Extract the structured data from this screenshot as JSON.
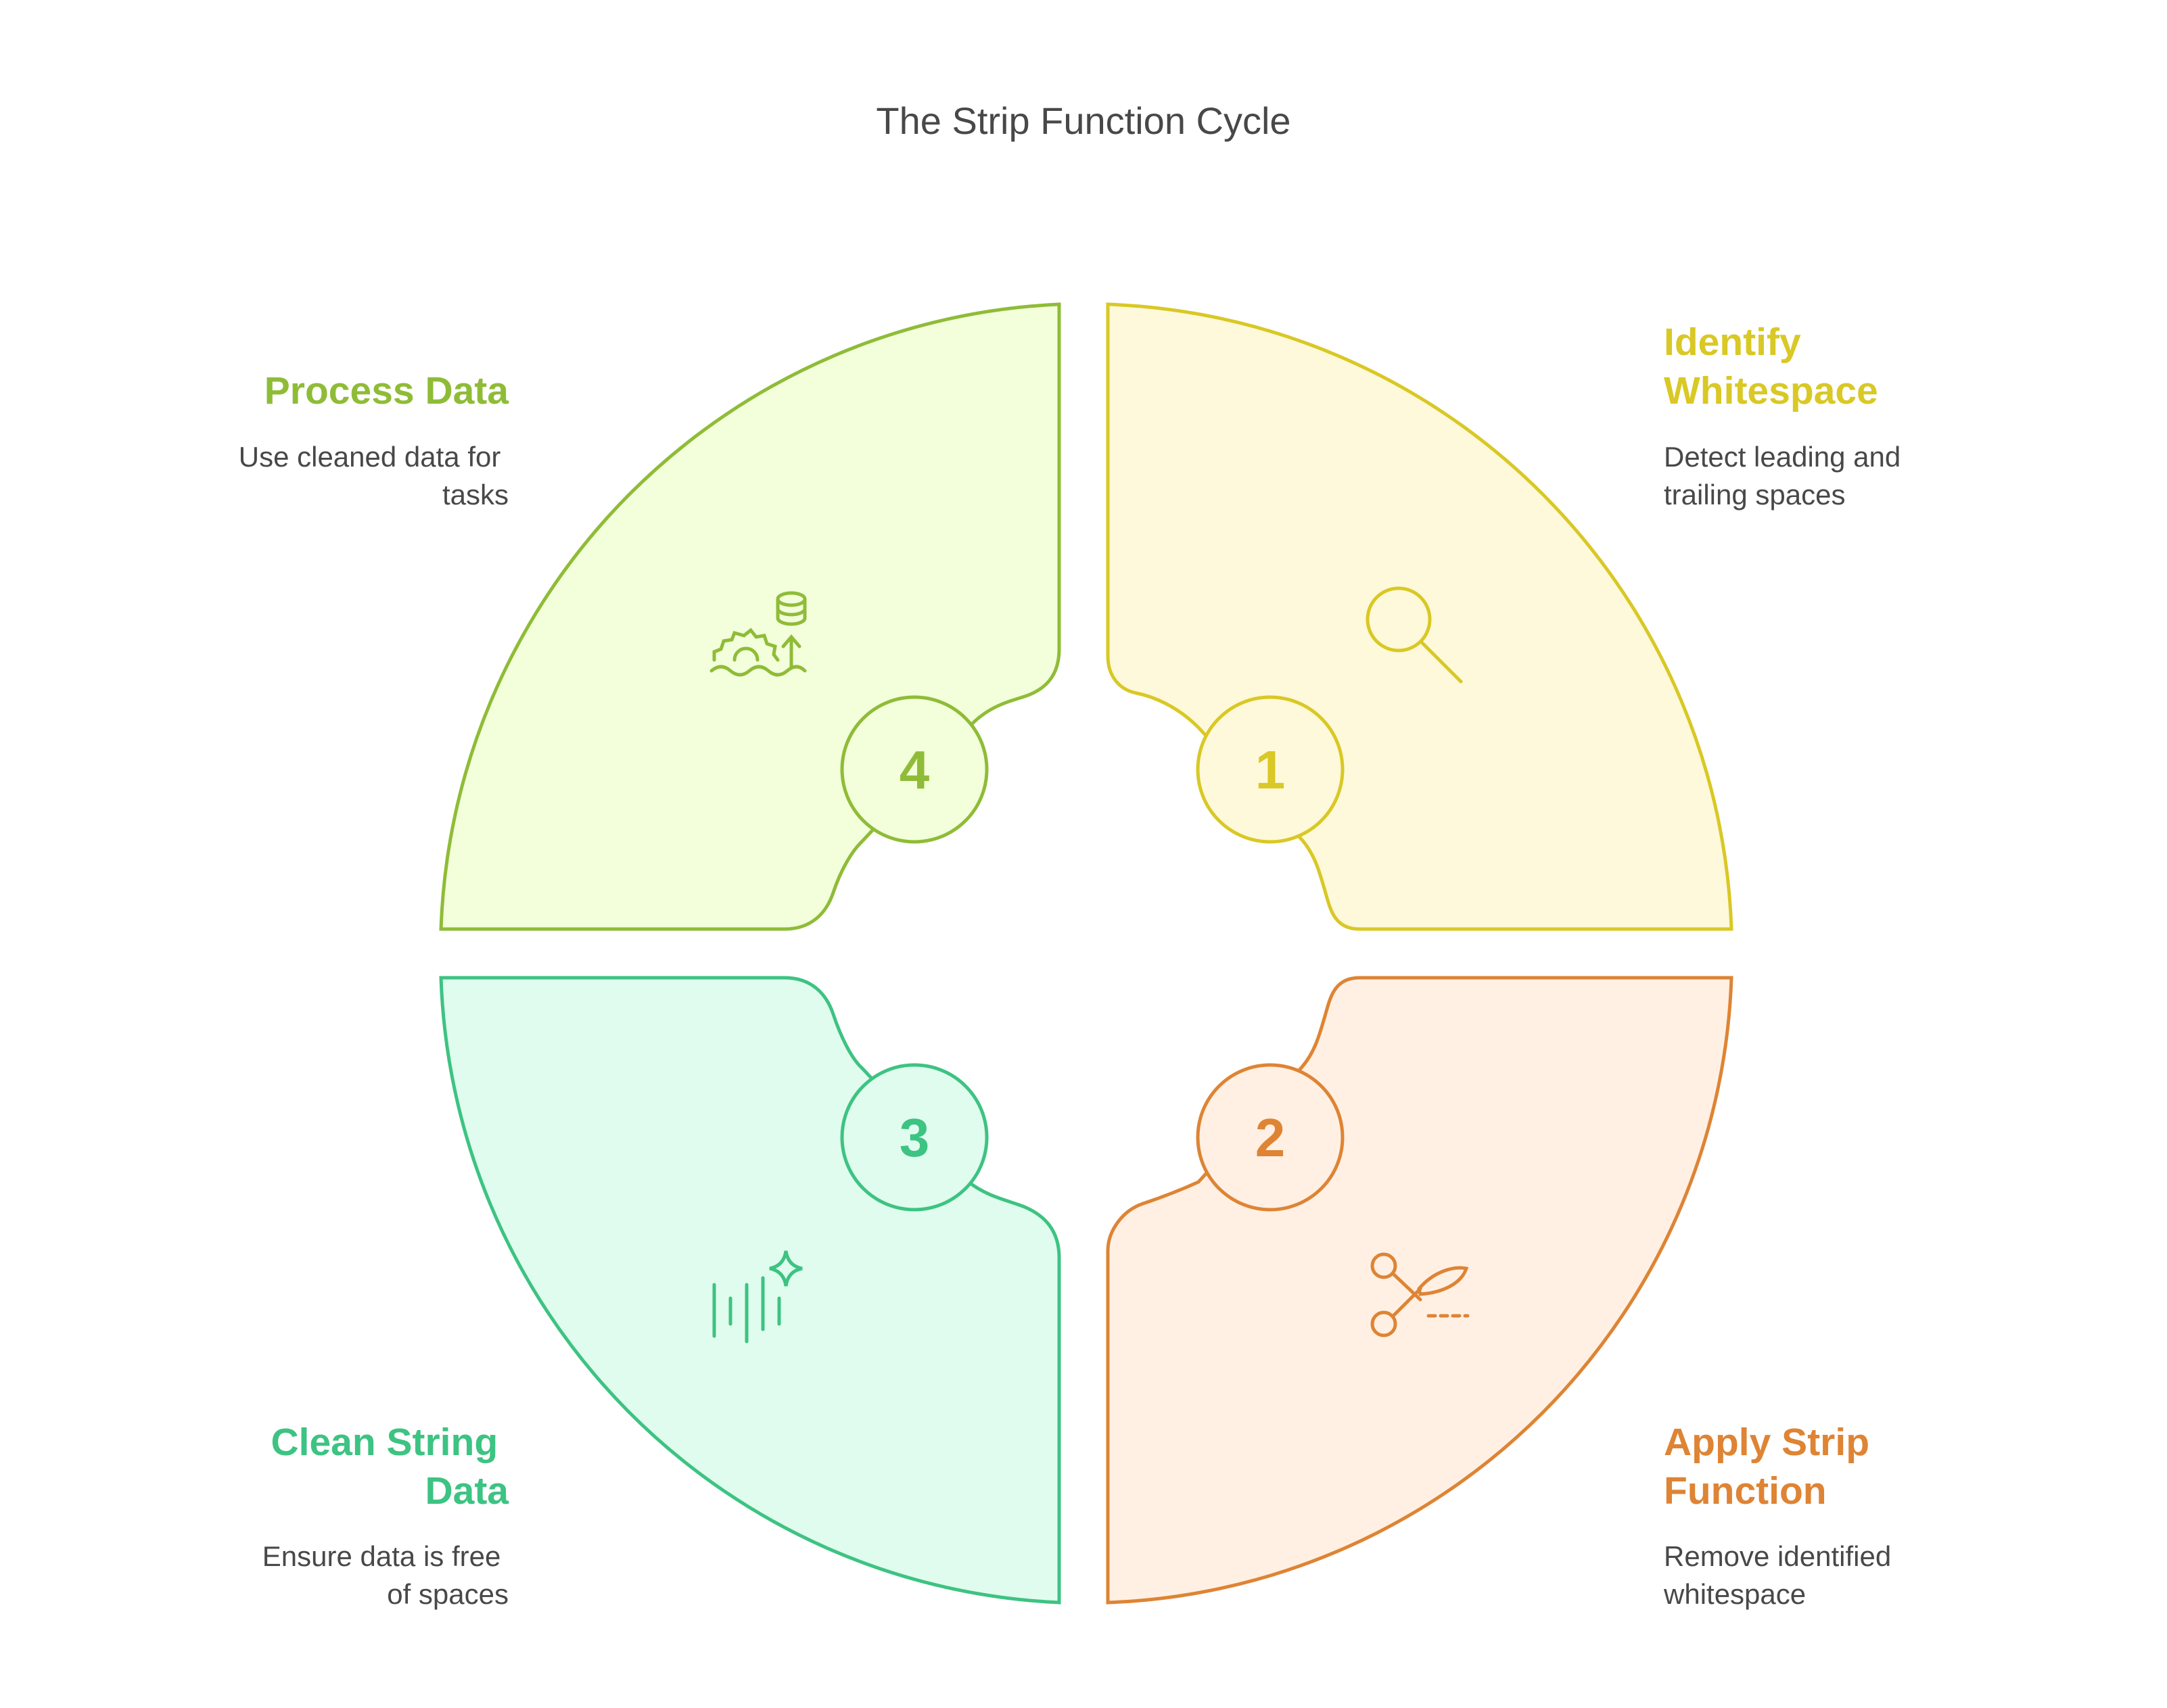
{
  "title": "The Strip Function Cycle",
  "steps": [
    {
      "number": "1",
      "heading": [
        "Identify",
        "Whitespace"
      ],
      "description": [
        "Detect leading and",
        "trailing spaces"
      ],
      "icon": "magnifier-icon",
      "stroke": "#D9C825",
      "fill": "#FEF9DA",
      "text_color": "#D9C825"
    },
    {
      "number": "2",
      "heading": [
        "Apply Strip",
        "Function"
      ],
      "description": [
        "Remove identified",
        "whitespace"
      ],
      "icon": "scissors-icon",
      "stroke": "#DE8434",
      "fill": "#FFF0E3",
      "text_color": "#DE8434"
    },
    {
      "number": "3",
      "heading": [
        "Clean String",
        "Data"
      ],
      "description": [
        "Ensure data is free",
        "of spaces"
      ],
      "icon": "sparkle-lines-icon",
      "stroke": "#3DC382",
      "fill": "#E0FCEE",
      "text_color": "#3DC382"
    },
    {
      "number": "4",
      "heading": [
        "Process Data"
      ],
      "description": [
        "Use cleaned data for",
        "tasks"
      ],
      "icon": "gear-database-icon",
      "stroke": "#8FBC37",
      "fill": "#F3FEDB",
      "text_color": "#8FBC37"
    }
  ]
}
